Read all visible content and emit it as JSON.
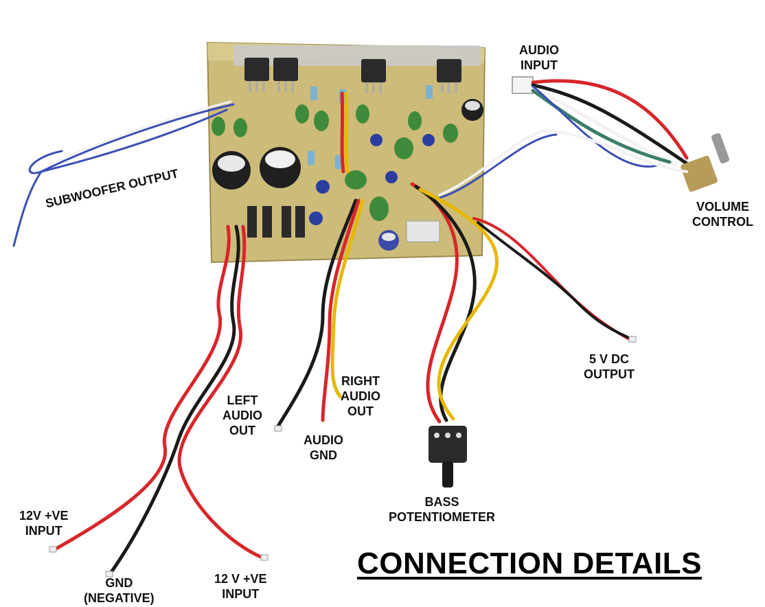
{
  "title": "CONNECTION DETAILS",
  "labels": {
    "audio_input": [
      "AUDIO",
      "INPUT"
    ],
    "subwoofer_output": [
      "SUBWOOFER OUTPUT"
    ],
    "volume_control": [
      "VOLUME",
      "CONTROL"
    ],
    "five_v_dc_output": [
      "5 V DC",
      "OUTPUT"
    ],
    "right_audio_out": [
      "RIGHT",
      "AUDIO",
      "OUT"
    ],
    "left_audio_out": [
      "LEFT",
      "AUDIO",
      "OUT"
    ],
    "audio_gnd": [
      "AUDIO",
      "GND"
    ],
    "bass_potentiometer": [
      "BASS",
      "POTENTIOMETER"
    ],
    "twelve_v_input_left": [
      "12V +VE",
      "INPUT"
    ],
    "gnd_negative": [
      "GND",
      "(NEGATIVE)"
    ],
    "twelve_v_input_right": [
      "12 V +VE",
      "INPUT"
    ]
  },
  "colors": {
    "pcb": "#cdbb7a",
    "wire_red": "#d8262a",
    "wire_black": "#1a1a1a",
    "wire_yellow": "#e6b800",
    "wire_white": "#f2f2f2",
    "wire_blue": "#3b4fb5",
    "capacitor_green": "#3f8a3a",
    "heatsink": "#c9c9c9"
  }
}
